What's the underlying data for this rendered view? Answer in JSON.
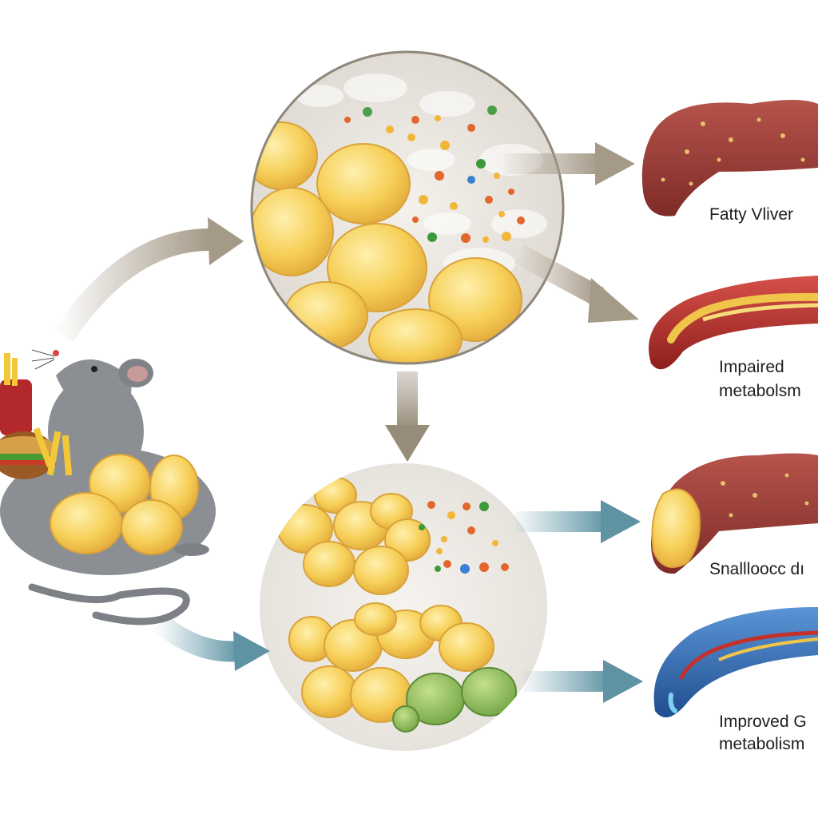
{
  "labels": {
    "fatty_liver": "Fatty Vliver",
    "impaired_line1": "Impaired",
    "impaired_line2": "metabolsm",
    "smaller_liver": "Snallloocc dı",
    "improved_line1": "Improved G",
    "improved_line2": "metabolism"
  },
  "colors": {
    "fat_cell": "#f6cf57",
    "fat_cell_highlight": "#fbe597",
    "liver": "#a0413a",
    "vessel_red": "#b8302a",
    "vessel_blue": "#2f6cb5",
    "arrow_gray": "#a59a88",
    "arrow_teal": "#6a9fae",
    "rat": "#8b8f93",
    "beige_cell": "#8bbf52"
  },
  "icons": [
    "rat-icon",
    "junk-food-icon",
    "fat-cell-icon",
    "liver-icon",
    "blood-vessel-icon",
    "arrow-icon"
  ]
}
